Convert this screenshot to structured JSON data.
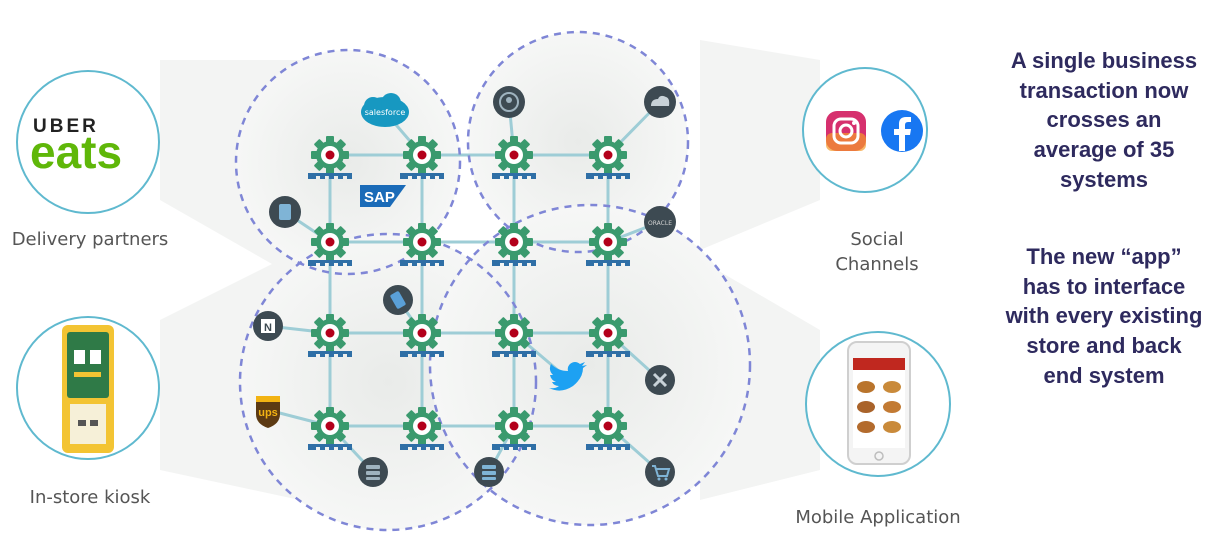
{
  "labels": {
    "delivery": "Delivery partners",
    "kiosk": "In-store kiosk",
    "social": [
      "Social",
      "Channels"
    ],
    "mobile": "Mobile Application"
  },
  "messages": {
    "first": [
      "A single business",
      "transaction now",
      "crosses an",
      "average of 35",
      "systems"
    ],
    "second": [
      "The new “app”",
      "has to interface",
      "with every existing",
      "store and back",
      "end system"
    ]
  },
  "logos": {
    "uber": "UBER",
    "eats": "eats",
    "salesforce": "salesforce",
    "sap": "SAP",
    "ups": "ups",
    "oracle": "ORACLE"
  },
  "colors": {
    "gear": "#3a9a6e",
    "gear_center": "#b3001b",
    "link": "#9ecdd6",
    "ring": "#7f86d6",
    "cluster_shade": "#e6e8e6",
    "node_dark": "#3d4a52",
    "uber_green": "#5fb709",
    "message_text": "#2e2a5e"
  }
}
